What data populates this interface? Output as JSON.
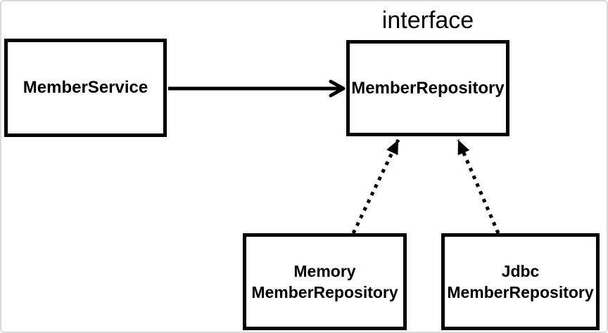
{
  "diagram": {
    "interface_label": "interface",
    "nodes": {
      "member_service": {
        "label": "MemberService"
      },
      "member_repository": {
        "label": "MemberRepository"
      },
      "memory_member_repository": {
        "line1": "Memory",
        "line2": "MemberRepository"
      },
      "jdbc_member_repository": {
        "line1": "Jdbc",
        "line2": "MemberRepository"
      }
    },
    "edges": [
      {
        "from": "MemberService",
        "to": "MemberRepository",
        "style": "solid",
        "arrowhead": "open",
        "meaning": "depends-on"
      },
      {
        "from": "MemoryMemberRepository",
        "to": "MemberRepository",
        "style": "dotted",
        "arrowhead": "filled-triangle",
        "meaning": "implements"
      },
      {
        "from": "JdbcMemberRepository",
        "to": "MemberRepository",
        "style": "dotted",
        "arrowhead": "filled-triangle",
        "meaning": "implements"
      }
    ],
    "colors": {
      "stroke": "#000000",
      "background": "#ffffff",
      "frame_border": "#d9d9d9"
    }
  }
}
